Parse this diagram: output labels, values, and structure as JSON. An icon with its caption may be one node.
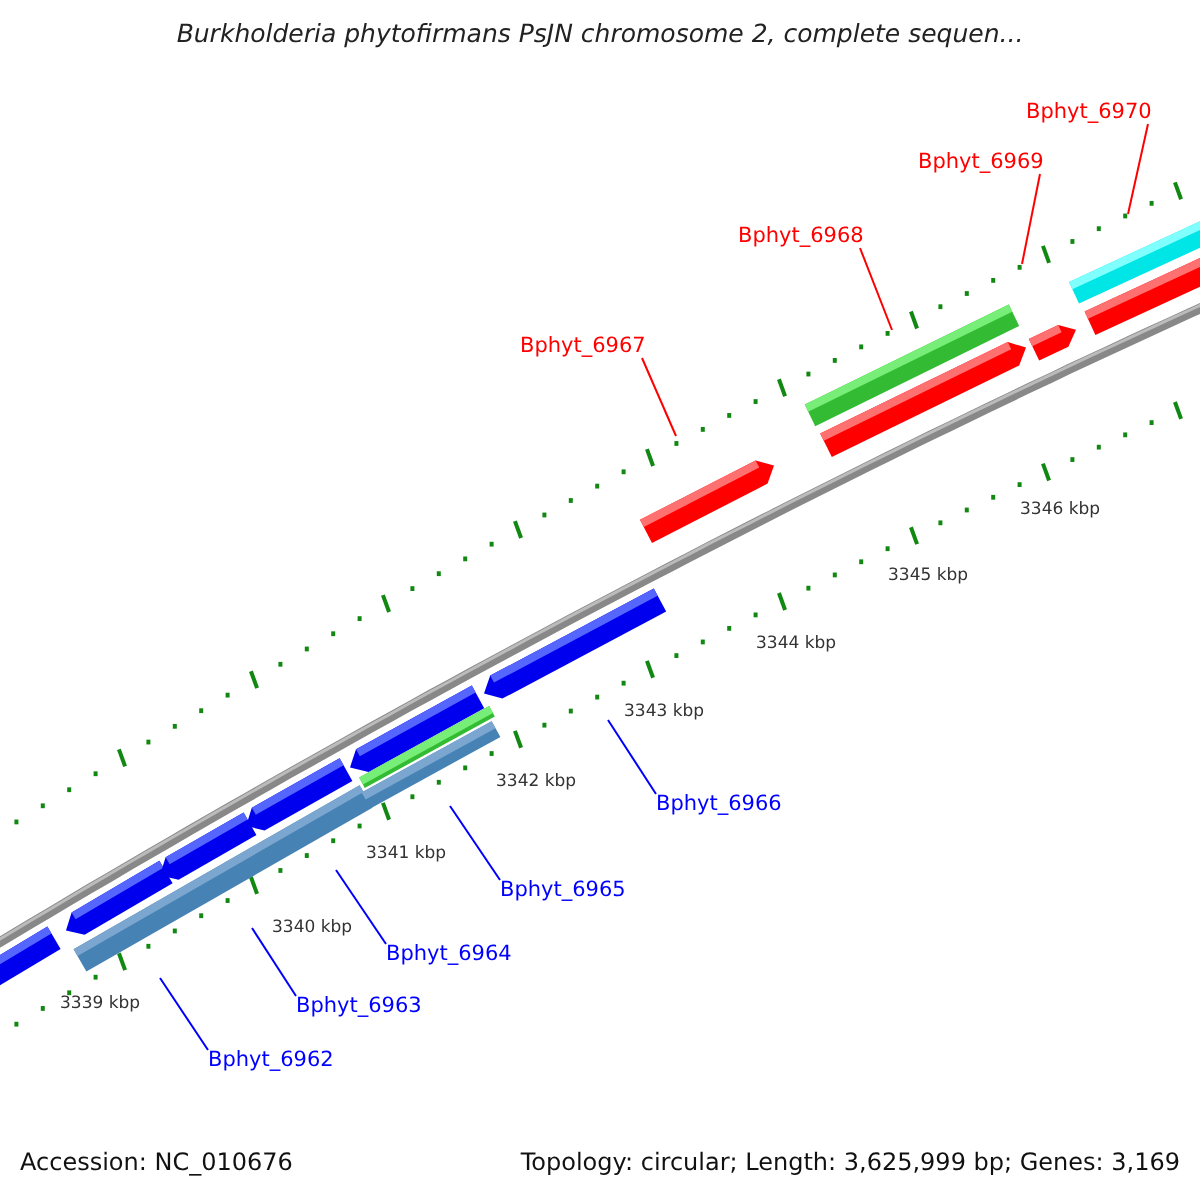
{
  "diagram": {
    "title": "Burkholderia phytofirmans PsJN chromosome 2, complete sequen...",
    "nodes": [
      {
        "text": [
          "Bphyt_6970"
        ]
      },
      {
        "text": [
          "Bphyt_6969"
        ]
      },
      {
        "text": [
          "Bphyt_6968"
        ]
      },
      {
        "text": [
          "Bphyt_6967"
        ]
      },
      {
        "text": [
          "Bphyt_6966"
        ]
      },
      {
        "text": [
          "Bphyt_6965"
        ]
      },
      {
        "text": [
          "Bphyt_6964"
        ]
      },
      {
        "text": [
          "Bphyt_6963"
        ]
      },
      {
        "text": [
          "Bphyt_6962"
        ]
      }
    ],
    "edges": [
      {
        "from": 0,
        "to": null,
        "arrow": "none",
        "color": "#ff0000"
      },
      {
        "from": 1,
        "to": null,
        "arrow": "none",
        "color": "#ff0000"
      },
      {
        "from": 2,
        "to": null,
        "arrow": "none",
        "color": "#ff0000"
      },
      {
        "from": 3,
        "to": null,
        "arrow": "none",
        "color": "#ff0000"
      },
      {
        "from": 4,
        "to": null,
        "arrow": "none"
      },
      {
        "from": 5,
        "to": null,
        "arrow": "none"
      },
      {
        "from": 6,
        "to": null,
        "arrow": "none"
      },
      {
        "from": 7,
        "to": null,
        "arrow": "none"
      },
      {
        "from": 8,
        "to": null,
        "arrow": "none"
      }
    ],
    "labels": [
      "3346 kbp",
      "3345 kbp",
      "3344 kbp",
      "3343 kbp",
      "3342 kbp",
      "3341 kbp",
      "3340 kbp",
      "3339 kbp",
      "Accession: NC_010676",
      "Topology: circular; Length: 3,625,999 bp; Genes: 3,169"
    ]
  }
}
